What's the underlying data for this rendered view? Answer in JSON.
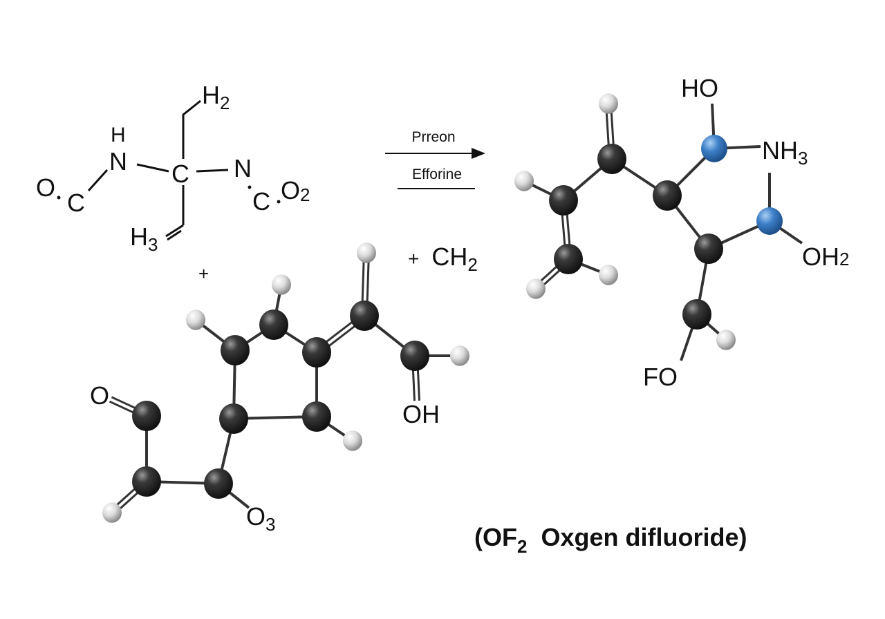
{
  "reactant_structure": {
    "h2_label": {
      "main": "H",
      "sub": "2"
    },
    "h_label": "H",
    "n_left_label": "N",
    "c_center_label": "C",
    "n_right_label": "N",
    "o_left_label": "O",
    "c_left_label": "C",
    "c_right_label": "C",
    "o2_right_label": {
      "main": "O",
      "sub": "2"
    },
    "h3_label": {
      "main": "H",
      "sub": "3"
    }
  },
  "reaction_arrow": {
    "top_label": "Prreon",
    "bottom_label": "Efforine"
  },
  "plus_sign": "+",
  "ch2_term": {
    "plus": "+",
    "main": "CH",
    "sub": "2"
  },
  "ball_stick_left": {
    "o_label": "O",
    "oh_label": "OH",
    "o3_label": {
      "main": "O",
      "sub": "3"
    }
  },
  "ball_stick_right": {
    "ho_label": "HO",
    "nh3_label": {
      "main": "NH",
      "sub": "3"
    },
    "oh2_label": {
      "main": "OH",
      "sub": "2"
    },
    "fo_label": "FO"
  },
  "caption": {
    "open": "(OF",
    "sub": "2",
    "rest": "  Oxgen difluoride)"
  },
  "colors": {
    "carbon": "#2b2b2b",
    "hydrogen": "#e4e4e4",
    "nitrogen": "#3d7fc7",
    "bond": "#333333"
  }
}
